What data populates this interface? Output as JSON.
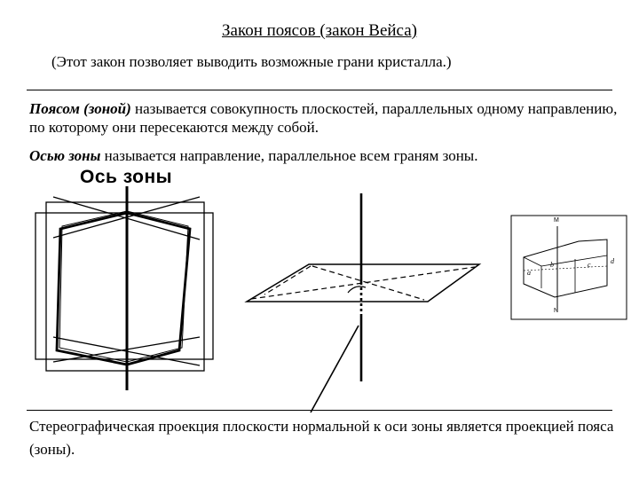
{
  "title": "Закон поясов (закон Вейса) ",
  "subtitle": "(Этот закон позволяет выводить возможные грани кристалла.)",
  "definition_zone": {
    "term": "Поясом (зоной)",
    "text": " называется совокупность плоскостей, параллельных одному направлению, по которому они пересекаются между собой."
  },
  "definition_axis": {
    "term": "Осью зоны",
    "text": " называется направление, параллельное всем граням зоны."
  },
  "figure_label": "Ось зоны",
  "crystal_labels": {
    "top": "M",
    "bottom": "N",
    "a": "a",
    "b": "b",
    "c": "c",
    "d": "d"
  },
  "caption": "Стереографическая проекция плоскости нормальной к оси зоны является проекцией пояса (зоны)."
}
